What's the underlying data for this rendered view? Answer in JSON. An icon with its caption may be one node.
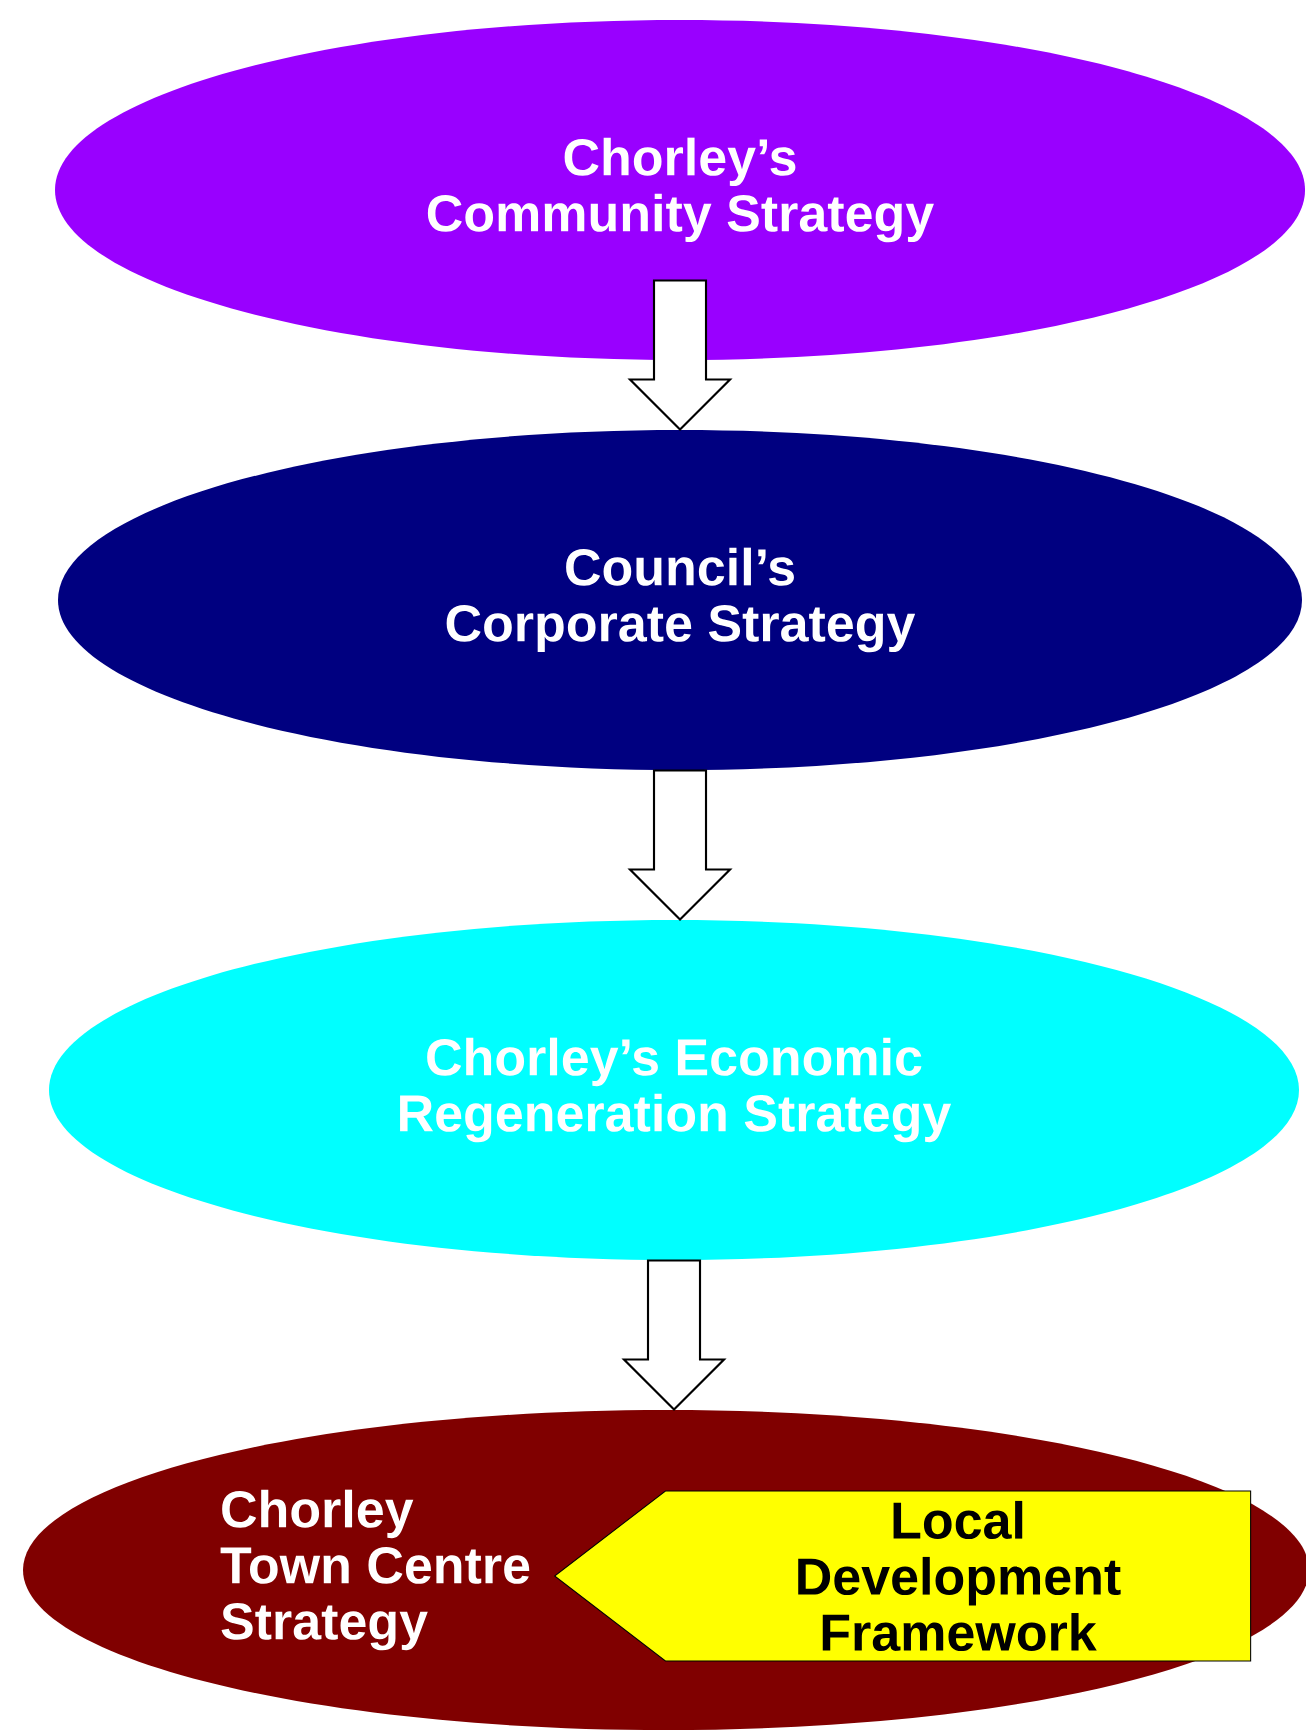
{
  "diagram": {
    "nodes": [
      {
        "text": [
          "Chorley’s Community Strategy"
        ]
      },
      {
        "text": [
          "Council’s Corporate Strategy"
        ]
      },
      {
        "text": [
          "Chorley’s Economic Regeneration Strategy"
        ]
      },
      {
        "text": [
          "Chorley Town Centre Strategy"
        ]
      },
      {
        "text": [
          "Local Development Framework"
        ],
        "in": 3
      }
    ],
    "edges": [
      {
        "from": 0,
        "to": 1,
        "arrow": "to"
      },
      {
        "from": 1,
        "to": 2,
        "arrow": "to"
      },
      {
        "from": 2,
        "to": 3,
        "arrow": "to"
      }
    ]
  }
}
